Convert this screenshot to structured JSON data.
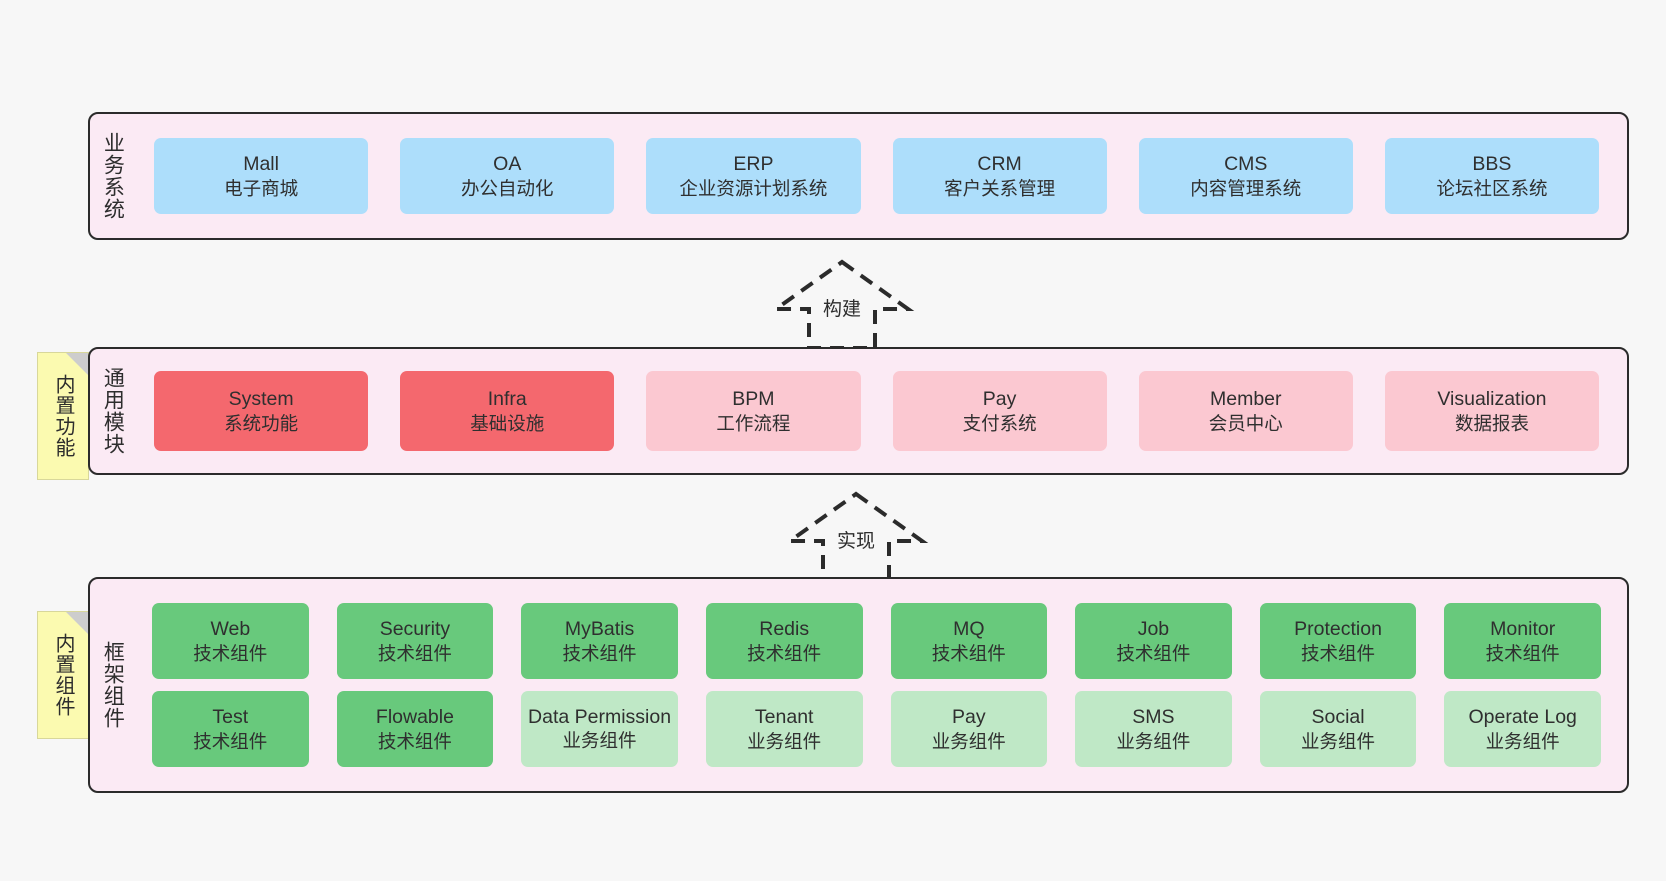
{
  "layers": {
    "business": {
      "title": "业务系统",
      "items": [
        {
          "name": "Mall",
          "desc": "电子商城"
        },
        {
          "name": "OA",
          "desc": "办公自动化"
        },
        {
          "name": "ERP",
          "desc": "企业资源计划系统"
        },
        {
          "name": "CRM",
          "desc": "客户关系管理"
        },
        {
          "name": "CMS",
          "desc": "内容管理系统"
        },
        {
          "name": "BBS",
          "desc": "论坛社区系统"
        }
      ]
    },
    "module": {
      "title": "通用模块",
      "items": [
        {
          "name": "System",
          "desc": "系统功能",
          "style": "strong"
        },
        {
          "name": "Infra",
          "desc": "基础设施",
          "style": "strong"
        },
        {
          "name": "BPM",
          "desc": "工作流程",
          "style": "light"
        },
        {
          "name": "Pay",
          "desc": "支付系统",
          "style": "light"
        },
        {
          "name": "Member",
          "desc": "会员中心",
          "style": "light"
        },
        {
          "name": "Visualization",
          "desc": "数据报表",
          "style": "light"
        }
      ]
    },
    "framework": {
      "title": "框架组件",
      "row1": [
        {
          "name": "Web",
          "desc": "技术组件",
          "style": "tech"
        },
        {
          "name": "Security",
          "desc": "技术组件",
          "style": "tech"
        },
        {
          "name": "MyBatis",
          "desc": "技术组件",
          "style": "tech"
        },
        {
          "name": "Redis",
          "desc": "技术组件",
          "style": "tech"
        },
        {
          "name": "MQ",
          "desc": "技术组件",
          "style": "tech"
        },
        {
          "name": "Job",
          "desc": "技术组件",
          "style": "tech"
        },
        {
          "name": "Protection",
          "desc": "技术组件",
          "style": "tech"
        },
        {
          "name": "Monitor",
          "desc": "技术组件",
          "style": "tech"
        }
      ],
      "row2": [
        {
          "name": "Test",
          "desc": "技术组件",
          "style": "tech"
        },
        {
          "name": "Flowable",
          "desc": "技术组件",
          "style": "tech"
        },
        {
          "name": "Data Permission",
          "desc": "业务组件",
          "style": "biz"
        },
        {
          "name": "Tenant",
          "desc": "业务组件",
          "style": "biz"
        },
        {
          "name": "Pay",
          "desc": "业务组件",
          "style": "biz"
        },
        {
          "name": "SMS",
          "desc": "业务组件",
          "style": "biz"
        },
        {
          "name": "Social",
          "desc": "业务组件",
          "style": "biz"
        },
        {
          "name": "Operate Log",
          "desc": "业务组件",
          "style": "biz"
        }
      ]
    }
  },
  "notes": {
    "builtin_functions": "内置功能",
    "builtin_components": "内置组件"
  },
  "arrows": {
    "build": "构建",
    "implement": "实现"
  },
  "colors": {
    "canvas": "#f7f7f7",
    "layer_bg": "#fbeaf4",
    "layer_border": "#2b2b2b",
    "business_card": "#addefb",
    "module_strong": "#f4686e",
    "module_light": "#fbc8d1",
    "framework_tech": "#68c97c",
    "framework_biz": "#bfe8c6",
    "note_bg": "#fbfab0",
    "note_fold": "#cdcdcd",
    "arrow_stroke": "#2b2b2b"
  }
}
